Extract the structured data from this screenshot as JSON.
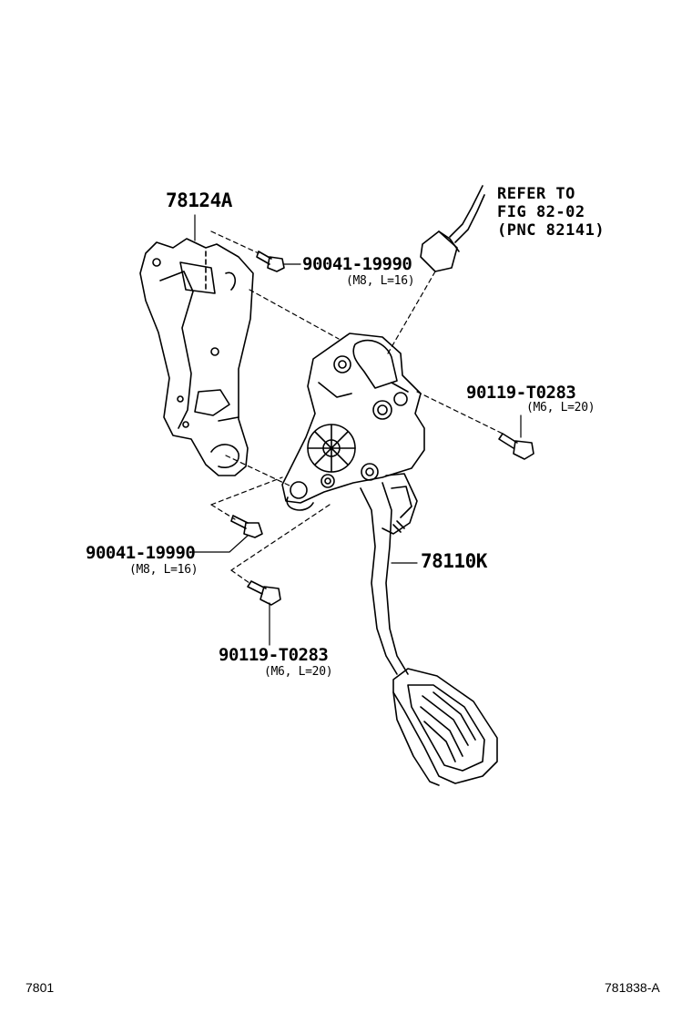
{
  "diagram": {
    "labels": {
      "bracket_part": "78124A",
      "pedal_part": "78110K",
      "bolt_upper_part": "90041-19990",
      "bolt_upper_spec": "(M8, L=16)",
      "bolt_right_part": "90119-T0283",
      "bolt_right_spec": "(M6, L=20)",
      "bolt_left_part": "90041-19990",
      "bolt_left_spec": "(M8, L=16)",
      "bolt_lower_part": "90119-T0283",
      "bolt_lower_spec": "(M6, L=20)",
      "refer_line1": "REFER TO",
      "refer_line2": "FIG 82-02",
      "refer_line3": "(PNC 82141)"
    },
    "footer": {
      "page_code": "7801",
      "figure_id": "781838-A"
    }
  }
}
